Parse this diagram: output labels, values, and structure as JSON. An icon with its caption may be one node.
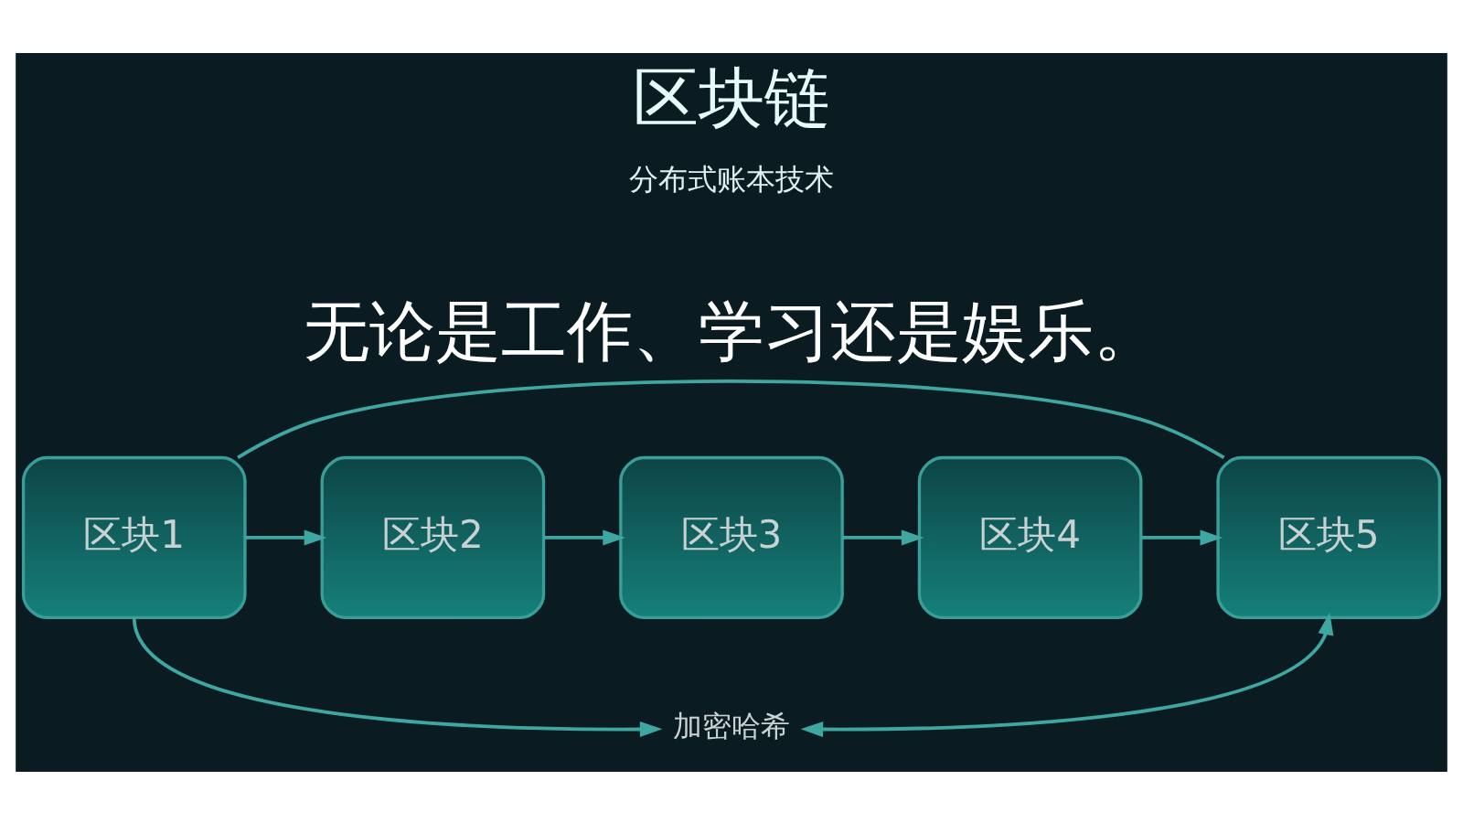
{
  "diagram": {
    "title": "区块链",
    "nodes": [
      {
        "text": [
          "区块1"
        ]
      },
      {
        "text": [
          "区块2"
        ]
      },
      {
        "text": [
          "区块3"
        ]
      },
      {
        "text": [
          "区块4"
        ]
      },
      {
        "text": [
          "区块5"
        ]
      },
      {
        "text": [
          "加密哈希"
        ]
      }
    ],
    "edges": [
      {
        "from": 0,
        "to": 1,
        "arrow": "to"
      },
      {
        "from": 1,
        "to": 2,
        "arrow": "to"
      },
      {
        "from": 2,
        "to": 3,
        "arrow": "to"
      },
      {
        "from": 3,
        "to": 4,
        "arrow": "to"
      },
      {
        "from": 0,
        "to": 4,
        "arrow": "none"
      },
      {
        "from": 0,
        "to": 5,
        "arrow": "to"
      },
      {
        "from": 5,
        "to": 4,
        "arrow": "both"
      }
    ],
    "labels": [
      "分布式账本技术",
      "无论是工作、学习还是娱乐。"
    ]
  }
}
